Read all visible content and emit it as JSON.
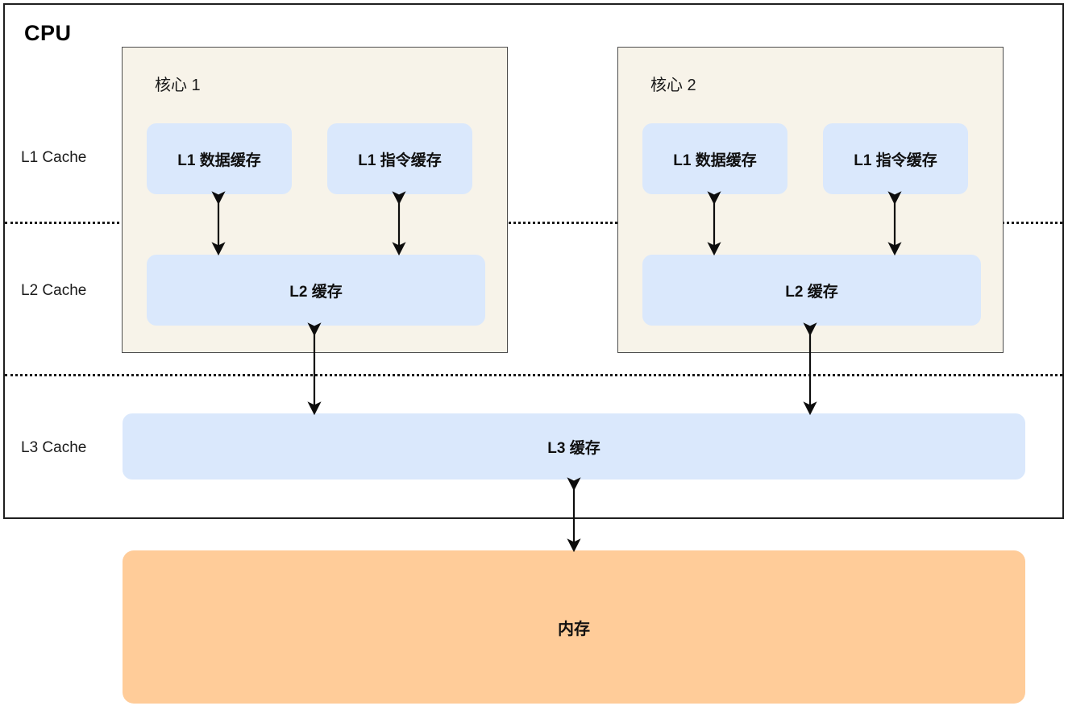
{
  "diagram": {
    "title": "CPU",
    "level_labels": [
      {
        "id": "l1",
        "text": "L1 Cache"
      },
      {
        "id": "l2",
        "text": "L2 Cache"
      },
      {
        "id": "l3",
        "text": "L3 Cache"
      }
    ],
    "cores": [
      {
        "title": "核心 1",
        "l1_data": "L1 数据缓存",
        "l1_instruction": "L1 指令缓存",
        "l2": "L2 缓存"
      },
      {
        "title": "核心 2",
        "l1_data": "L1 数据缓存",
        "l1_instruction": "L1 指令缓存",
        "l2": "L2 缓存"
      }
    ],
    "l3_cache": "L3 缓存",
    "memory": "内存",
    "colors": {
      "cache_fill": "#dae8fc",
      "core_fill": "#f7f3e9",
      "memory_fill": "#ffcc99",
      "border": "#1f1f1f",
      "core_border": "#4d4d4d",
      "text": "#101010"
    }
  }
}
